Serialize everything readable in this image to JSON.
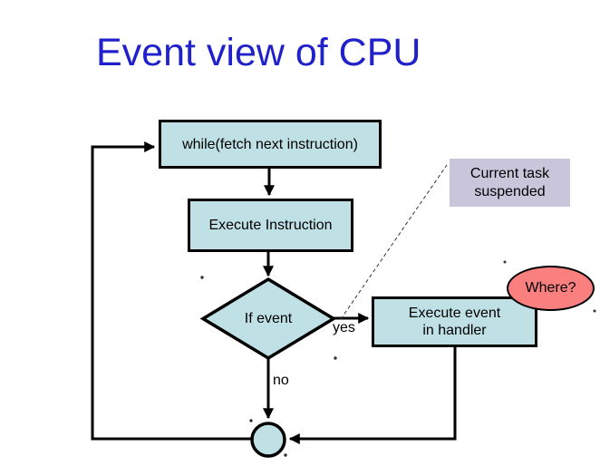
{
  "slide": {
    "title": "Event view of CPU"
  },
  "flowchart": {
    "while_box": "while(fetch next instruction)",
    "execute_box": "Execute Instruction",
    "decision": "If event",
    "handler_line1": "Execute event",
    "handler_line2": "in handler",
    "branch_yes": "yes",
    "branch_no": "no"
  },
  "annotations": {
    "callout_line1": "Current task",
    "callout_line2": "suspended",
    "question": "Where?"
  },
  "colors": {
    "title_color": "#2121cc",
    "node_fill": "#bfe0e4",
    "outline": "#000000",
    "callout_fill": "#c9c6dc",
    "question_fill": "#fa8080",
    "bg": "#ffffff"
  }
}
